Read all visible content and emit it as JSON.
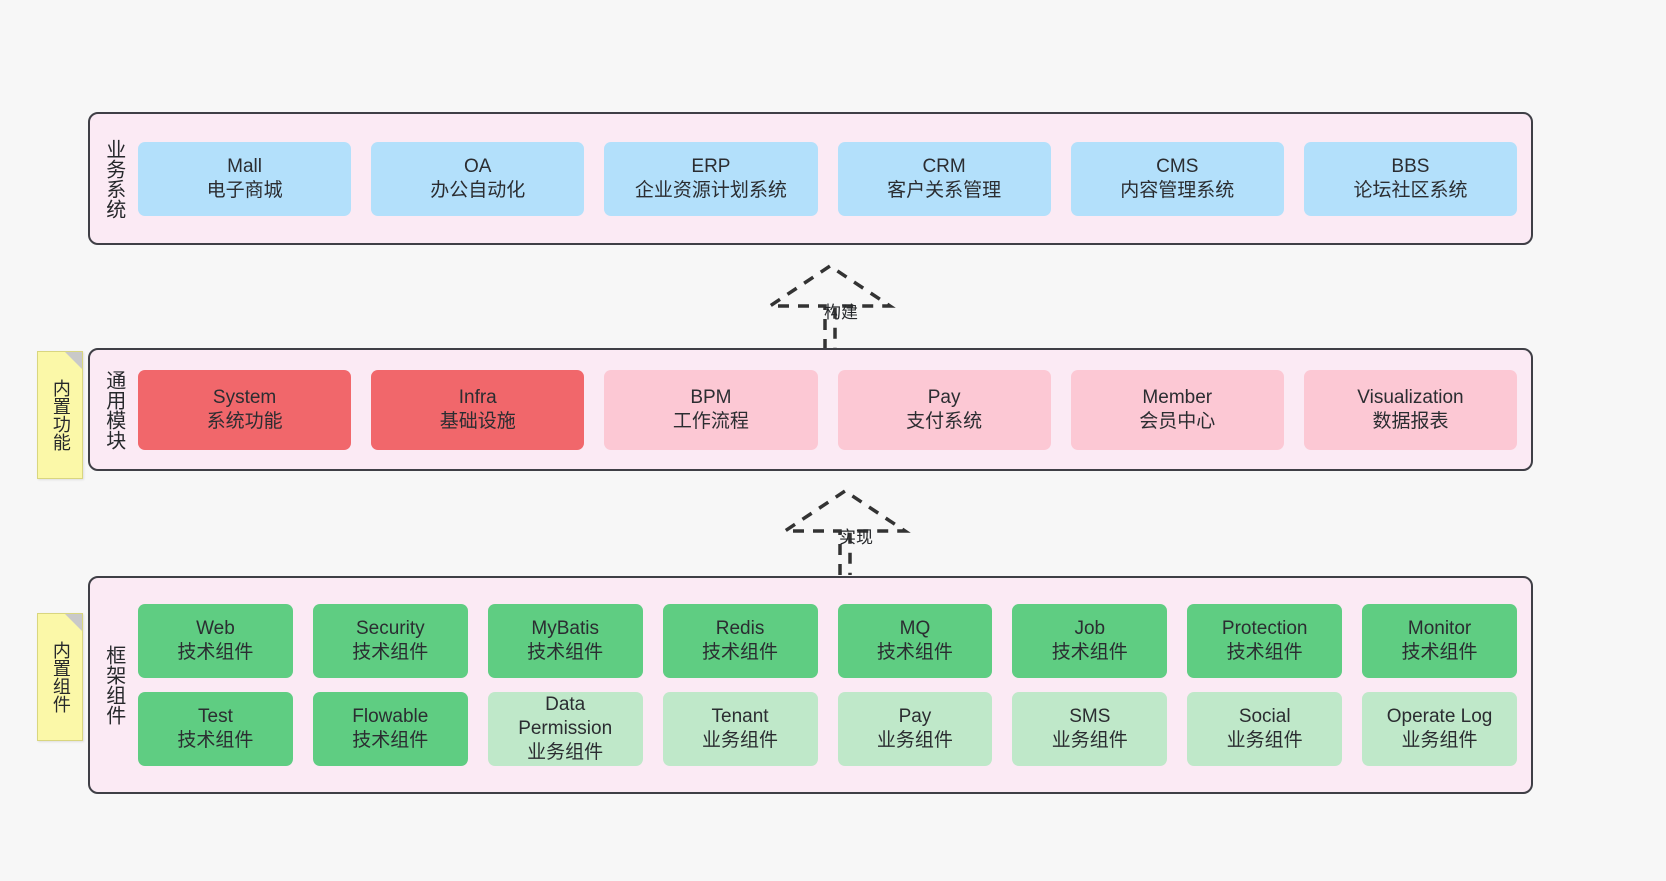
{
  "diagram": {
    "background_color": "#f7f7f7",
    "layer_fill": "#fbeaf4",
    "layer_border": "#3f3f46",
    "colors": {
      "business": "#b3e0fb",
      "module_core": "#f1676b",
      "module_normal": "#fcc8d4",
      "component_tech": "#5fcd82",
      "component_biz": "#bfe8c9",
      "sticky": "#fbf8a8"
    }
  },
  "layers": {
    "business": {
      "title": "业务系统",
      "cards": [
        {
          "name": "Mall",
          "desc": "电子商城"
        },
        {
          "name": "OA",
          "desc": "办公自动化"
        },
        {
          "name": "ERP",
          "desc": "企业资源计划系统"
        },
        {
          "name": "CRM",
          "desc": "客户关系管理"
        },
        {
          "name": "CMS",
          "desc": "内容管理系统"
        },
        {
          "name": "BBS",
          "desc": "论坛社区系统"
        }
      ]
    },
    "modules": {
      "title": "通用模块",
      "sticky": "内置功能",
      "cards": [
        {
          "name": "System",
          "desc": "系统功能",
          "variant": "core"
        },
        {
          "name": "Infra",
          "desc": "基础设施",
          "variant": "core"
        },
        {
          "name": "BPM",
          "desc": "工作流程",
          "variant": "normal"
        },
        {
          "name": "Pay",
          "desc": "支付系统",
          "variant": "normal"
        },
        {
          "name": "Member",
          "desc": "会员中心",
          "variant": "normal"
        },
        {
          "name": "Visualization",
          "desc": "数据报表",
          "variant": "normal"
        }
      ]
    },
    "framework": {
      "title": "框架组件",
      "sticky": "内置组件",
      "row1": [
        {
          "name": "Web",
          "desc": "技术组件"
        },
        {
          "name": "Security",
          "desc": "技术组件"
        },
        {
          "name": "MyBatis",
          "desc": "技术组件"
        },
        {
          "name": "Redis",
          "desc": "技术组件"
        },
        {
          "name": "MQ",
          "desc": "技术组件"
        },
        {
          "name": "Job",
          "desc": "技术组件"
        },
        {
          "name": "Protection",
          "desc": "技术组件"
        },
        {
          "name": "Monitor",
          "desc": "技术组件"
        }
      ],
      "row2": [
        {
          "name": "Test",
          "desc": "技术组件",
          "variant": "tech"
        },
        {
          "name": "Flowable",
          "desc": "技术组件",
          "variant": "tech"
        },
        {
          "name": "Data Permission",
          "desc": "业务组件",
          "variant": "biz"
        },
        {
          "name": "Tenant",
          "desc": "业务组件",
          "variant": "biz"
        },
        {
          "name": "Pay",
          "desc": "业务组件",
          "variant": "biz"
        },
        {
          "name": "SMS",
          "desc": "业务组件",
          "variant": "biz"
        },
        {
          "name": "Social",
          "desc": "业务组件",
          "variant": "biz"
        },
        {
          "name": "Operate Log",
          "desc": "业务组件",
          "variant": "biz"
        }
      ]
    }
  },
  "arrows": {
    "build": {
      "label": "构建"
    },
    "implement": {
      "label": "实现"
    }
  }
}
